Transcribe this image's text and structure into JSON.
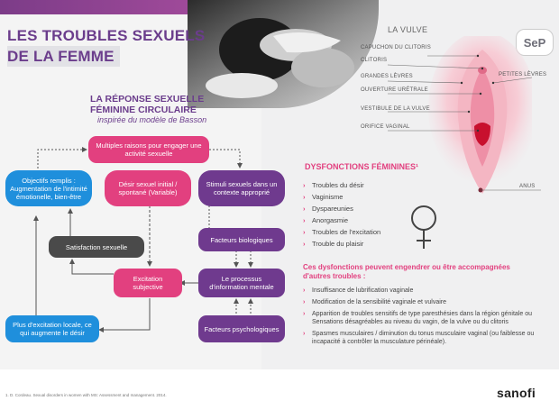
{
  "header": {
    "title_line1": "LES TROUBLES SEXUELS",
    "title_line2": "DE LA FEMME"
  },
  "diagram": {
    "title_line1": "LA RÉPONSE SEXUELLE",
    "title_line2": "FÉMININE CIRCULAIRE",
    "subtitle": "inspirée du modèle de Basson",
    "boxes": {
      "raisons": "Multiples raisons pour engager une activité sexuelle",
      "objectifs": "Objectifs remplis : Augmentation de l'intimité émotionelle, bien-être",
      "desir": "Désir sexuel initial / spontané (Variable)",
      "stimuli": "Stimuli sexuels dans un contexte approprié",
      "satisfaction": "Satisfaction sexuelle",
      "facteurs_bio": "Facteurs biologiques",
      "excitation": "Excitation subjective",
      "processus": "Le processus d'information mentale",
      "plus_excitation": "Plus d'excitation locale, ce qui augmente le désir",
      "facteurs_psy": "Facteurs psychologiques"
    }
  },
  "anatomy": {
    "title": "LA VULVE",
    "labels": {
      "capuchon": "CAPUCHON DU CLITORIS",
      "clitoris": "CLITORIS",
      "grandes": "GRANDES LÈVRES",
      "petites": "PETITES LÈVRES",
      "uretrale": "OUVERTURE URÉTRALE",
      "vestibule": "VESTIBULE DE LA VULVE",
      "orifice": "ORIFICE VAGINAL",
      "anus": "ANUS"
    }
  },
  "badge": "SeP",
  "dysfonctions": {
    "title": "DYSFONCTIONS FÉMININES¹",
    "items": [
      "Troubles du désir",
      "Vaginisme",
      "Dyspareunies",
      "Anorgasmie",
      "Troubles de l'excitation",
      "Trouble du plaisir"
    ]
  },
  "accompagnees": {
    "title": "Ces dysfonctions peuvent engendrer ou être accompagnées d'autres troubles :",
    "items": [
      "Insuffisance de lubrification vaginale",
      "Modification de la sensibilité vaginale et vulvaire",
      "Apparition de troubles sensitifs de type paresthésies dans la région génitale ou Sensations désagréables au niveau du vagin, de la vulve ou du clitoris",
      "Spasmes musculaires / diminution du tonus musculaire vaginal (ou faiblesse ou incapacité à contrôler la musculature périnéale)."
    ]
  },
  "footer": {
    "reference": "1. D. Cordeau. Sexual disorders in women with MS: Assessment and management. 2014.",
    "brand": "sanofi"
  },
  "colors": {
    "pink": "#e2407f",
    "purple": "#6f3a8e",
    "blue": "#1f8fdc",
    "grey": "#4a4a4a",
    "title_purple": "#6b3d8c"
  }
}
